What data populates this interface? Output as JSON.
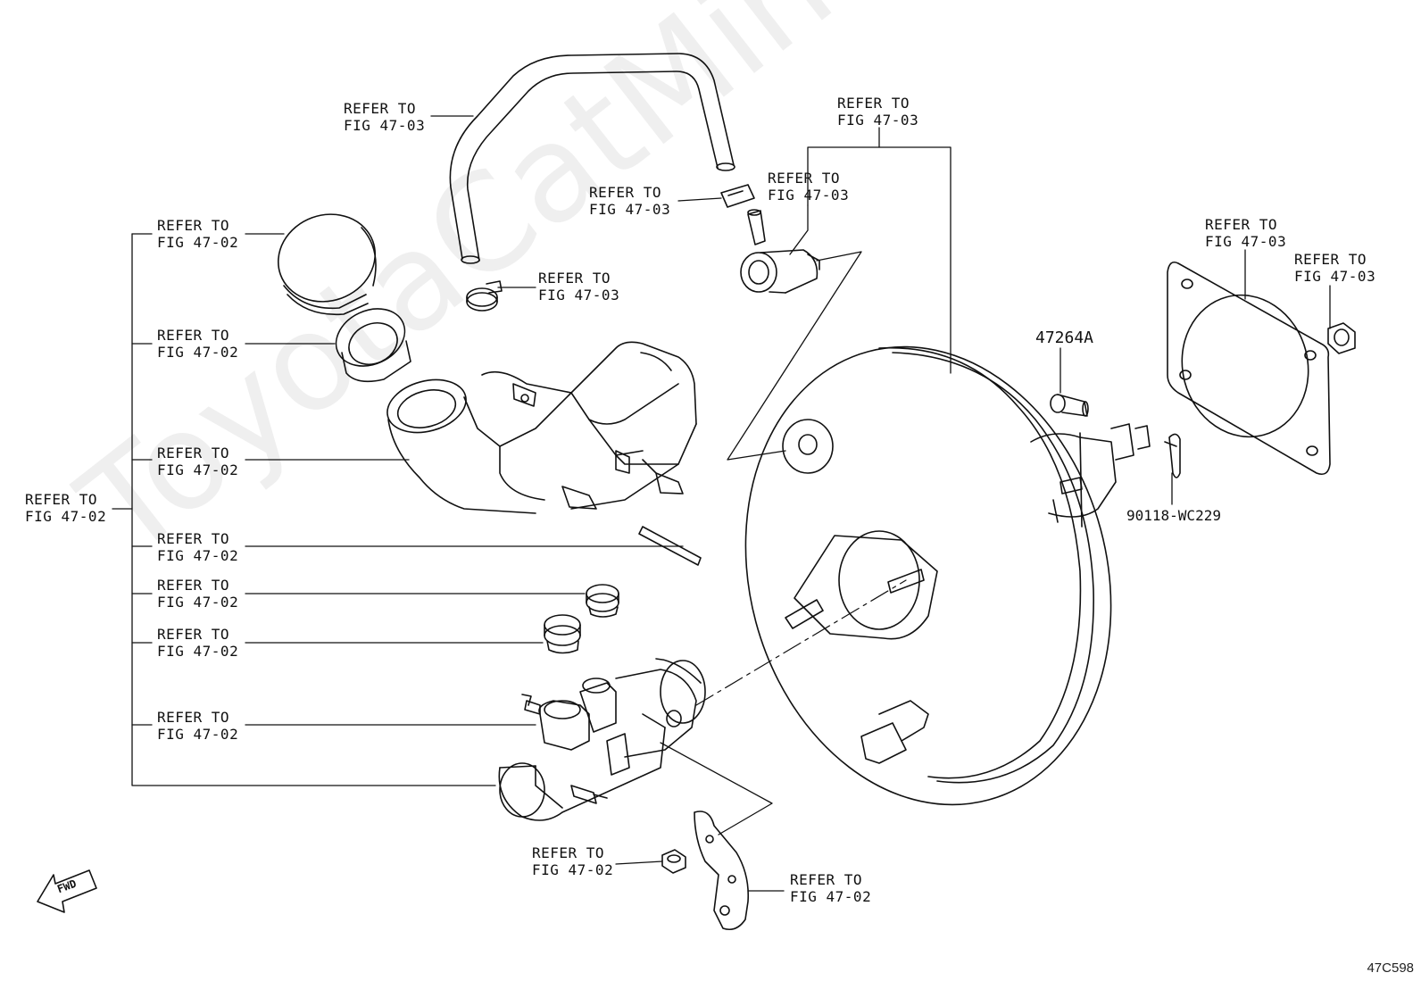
{
  "watermark": "ToyotaCatMine.ru",
  "diagram_code": "47C598",
  "fwd_label": "FWD",
  "callouts": {
    "hose": [
      "REFER TO",
      "FIG 47-03"
    ],
    "top_right": [
      "REFER TO",
      "FIG 47-03"
    ],
    "hose_clip": [
      "REFER TO",
      "FIG 47-03"
    ],
    "check_valve": [
      "REFER TO",
      "FIG 47-03"
    ],
    "hose_clamp": [
      "REFER TO",
      "FIG 47-03"
    ],
    "cap": [
      "REFER TO",
      "FIG 47-02"
    ],
    "strainer": [
      "REFER TO",
      "FIG 47-02"
    ],
    "reservoir": [
      "REFER TO",
      "FIG 47-02"
    ],
    "pin": [
      "REFER TO",
      "FIG 47-02"
    ],
    "grommet1": [
      "REFER TO",
      "FIG 47-02"
    ],
    "grommet2": [
      "REFER TO",
      "FIG 47-02"
    ],
    "master_cyl": [
      "REFER TO",
      "FIG 47-02"
    ],
    "group": [
      "REFER TO",
      "FIG 47-02"
    ],
    "gasket": [
      "REFER TO",
      "FIG 47-03"
    ],
    "nut_right": [
      "REFER TO",
      "FIG 47-03"
    ],
    "nut_bottom": [
      "REFER TO",
      "FIG 47-02"
    ],
    "bracket": [
      "REFER TO",
      "FIG 47-02"
    ]
  },
  "part_numbers": {
    "pin_part": "47264A",
    "clip_part": "90118-WC229"
  }
}
